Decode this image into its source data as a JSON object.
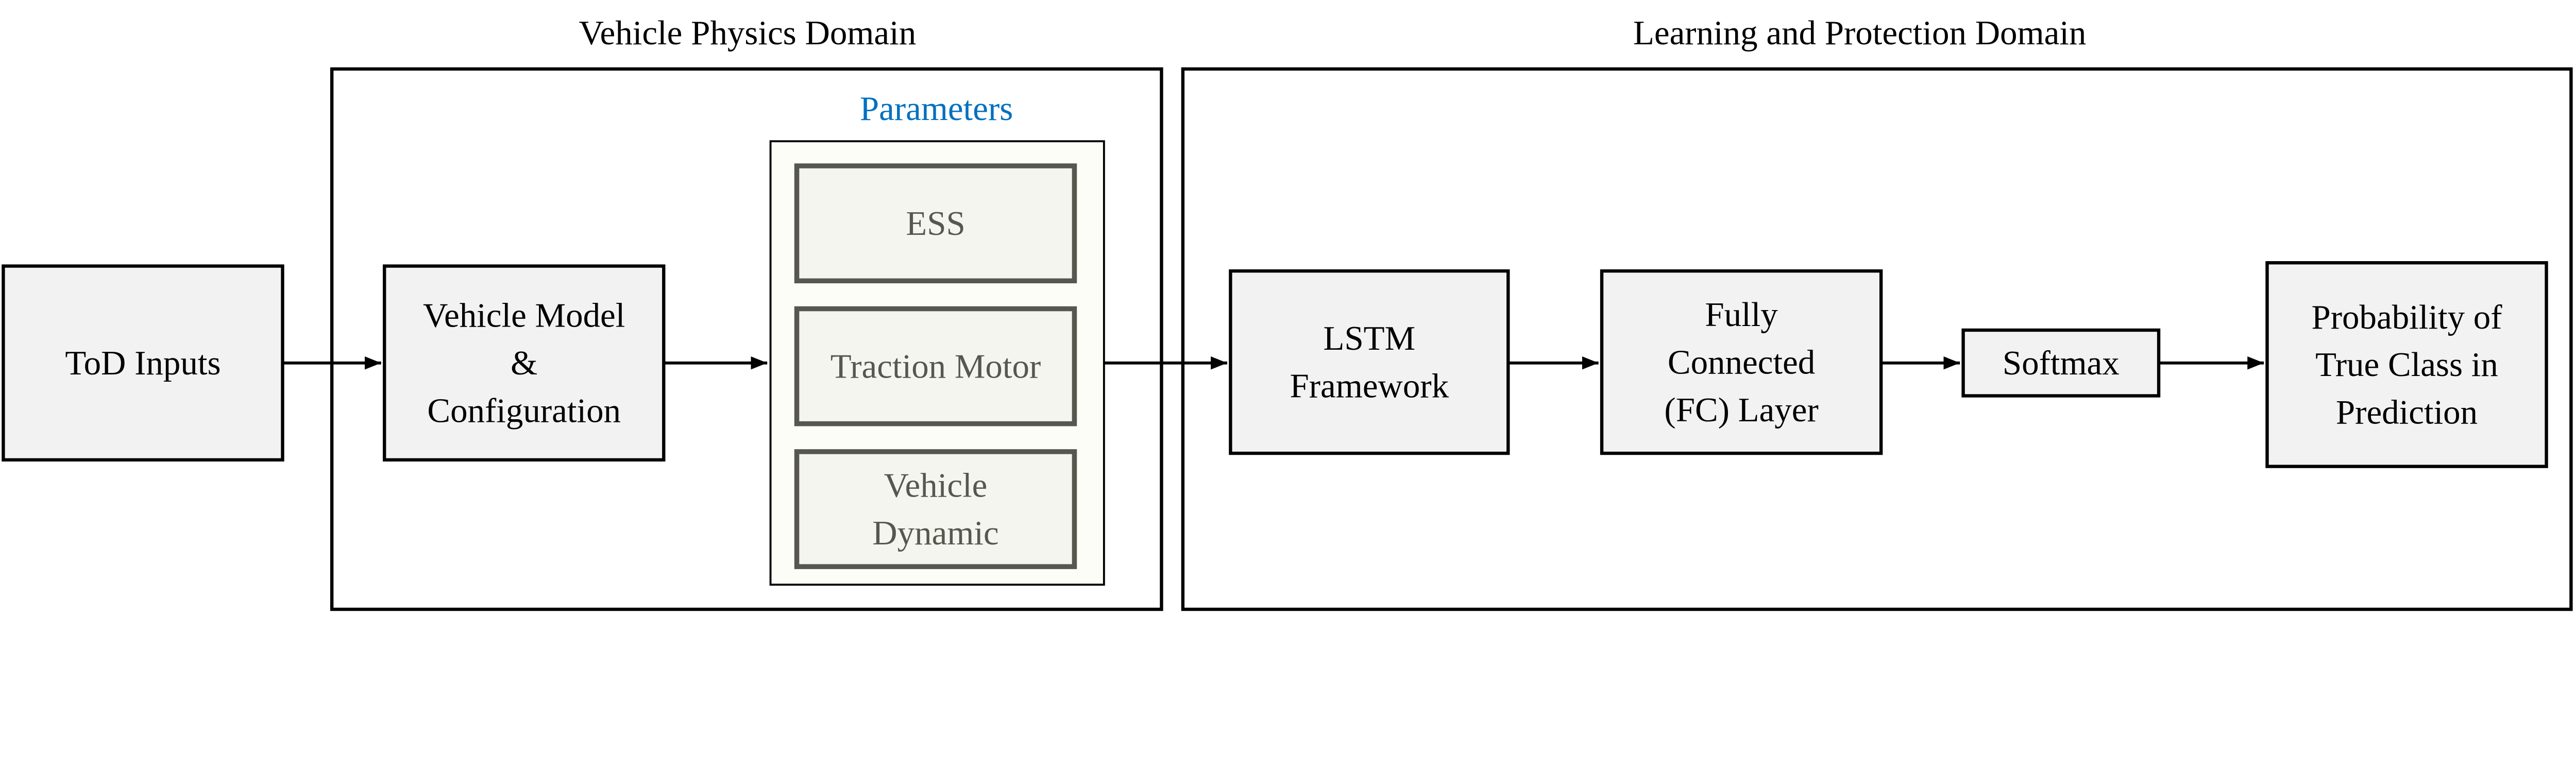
{
  "domains": {
    "physics_title": "Vehicle Physics Domain",
    "learning_title": "Learning and Protection Domain"
  },
  "nodes": {
    "tod": [
      "ToD Inputs"
    ],
    "vehicle_model": [
      "Vehicle Model",
      "&",
      "Configuration"
    ],
    "parameters_label": "Parameters",
    "ess": [
      "ESS"
    ],
    "traction": [
      "Traction Motor"
    ],
    "dynamic": [
      "Vehicle",
      "Dynamic"
    ],
    "lstm": [
      "LSTM",
      "Framework"
    ],
    "fc": [
      "Fully",
      "Connected",
      "(FC) Layer"
    ],
    "softmax": [
      "Softmax"
    ],
    "probability": [
      "Probability of",
      "True Class in",
      "Prediction"
    ]
  },
  "colors": {
    "parameters_accent": "#0070C0",
    "parameter_box_stroke": "#575750",
    "parameter_box_fill": "#F4F5EF",
    "parameters_panel_fill": "#FDFDF8",
    "node_fill": "#F2F2F2"
  }
}
